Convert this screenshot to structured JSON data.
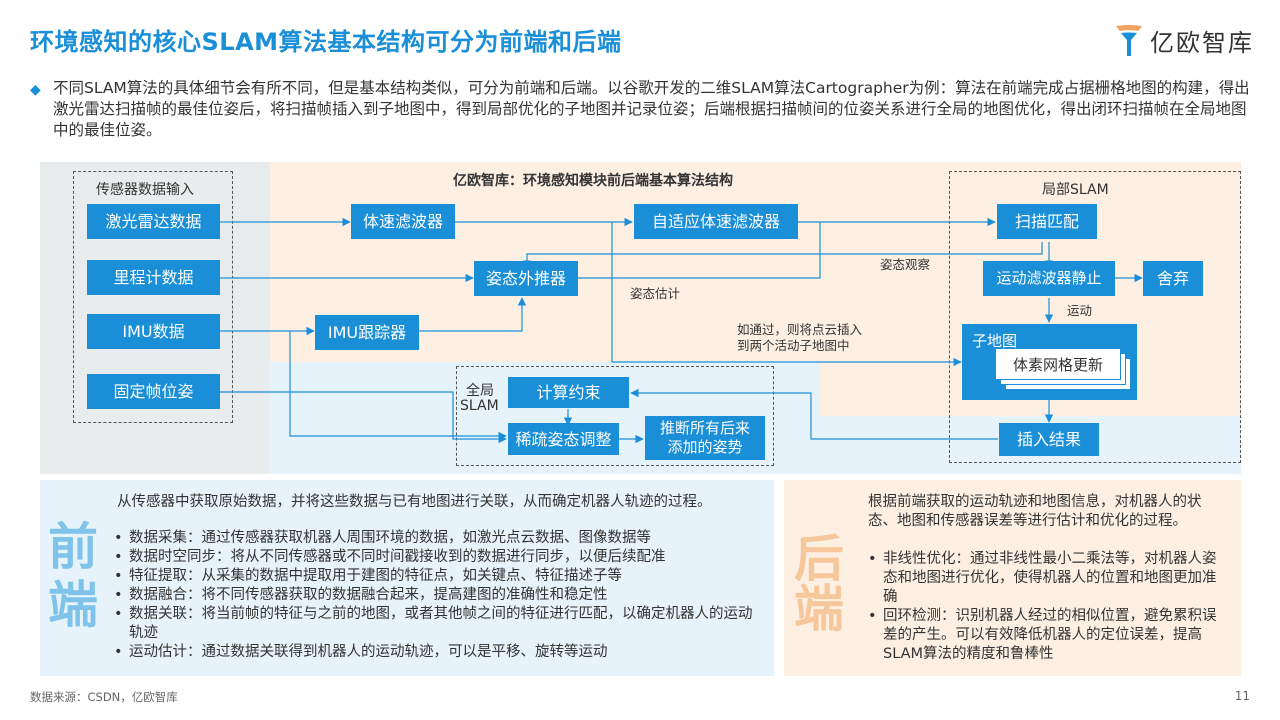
{
  "page_title": "环境感知的核心SLAM算法基本结构可分为前端和后端",
  "logo": {
    "text": "亿欧智库"
  },
  "intro": "不同SLAM算法的具体细节会有所不同，但是基本结构类似，可分为前端和后端。以谷歌开发的二维SLAM算法Cartographer为例：算法在前端完成占据栅格地图的构建，得出激光雷达扫描帧的最佳位姿后，将扫描帧插入到子地图中，得到局部优化的子地图并记录位姿；后端根据扫描帧间的位姿关系进行全局的地图优化，得出闭环扫描帧在全局地图中的最佳位姿。",
  "diagram": {
    "title": "亿欧智库：环境感知模块前后端基本算法结构",
    "sensor_group_label": "传感器数据输入",
    "local_slam_label": "局部SLAM",
    "global_slam_label_line1": "全局",
    "global_slam_label_line2": "SLAM",
    "nodes": {
      "lidar": "激光雷达数据",
      "odometry": "里程计数据",
      "imu": "IMU数据",
      "fixed_pose": "固定帧位姿",
      "voxel_filter": "体速滤波器",
      "adaptive_filter": "自适应体速滤波器",
      "pose_extrapolator": "姿态外推器",
      "imu_tracker": "IMU跟踪器",
      "scan_match": "扫描匹配",
      "motion_filter": "运动滤波器静止",
      "discard": "舍弃",
      "submap_title": "子地图",
      "voxel_update": "体素网格更新",
      "insert_result": "插入结果",
      "compute_constraint": "计算约束",
      "sparse_pose": "稀疏姿态调整",
      "extrapolate_line1": "推断所有后来",
      "extrapolate_line2": "添加的姿势"
    },
    "annotations": {
      "pose_obs": "姿态观察",
      "pose_est": "姿态估计",
      "motion": "运动",
      "insert_line1": "如通过，则将点云插入",
      "insert_line2": "到两个活动子地图中"
    }
  },
  "front": {
    "char1": "前",
    "char2": "端",
    "desc": "从传感器中获取原始数据，并将这些数据与已有地图进行关联，从而确定机器人轨迹的过程。",
    "items": [
      "数据采集：通过传感器获取机器人周围环境的数据，如激光点云数据、图像数据等",
      "数据时空同步：将从不同传感器或不同时间戳接收到的数据进行同步，以便后续配准",
      "特征提取：从采集的数据中提取用于建图的特征点，如关键点、特征描述子等",
      "数据融合：将不同传感器获取的数据融合起来，提高建图的准确性和稳定性",
      "数据关联：将当前帧的特征与之前的地图，或者其他帧之间的特征进行匹配，以确定机器人的运动轨迹",
      "运动估计：通过数据关联得到机器人的运动轨迹，可以是平移、旋转等运动"
    ]
  },
  "back": {
    "char1": "后",
    "char2": "端",
    "desc": "根据前端获取的运动轨迹和地图信息，对机器人的状态、地图和传感器误差等进行估计和优化的过程。",
    "items": [
      "非线性优化：通过非线性最小二乘法等，对机器人姿态和地图进行优化，使得机器人的位置和地图更加准确",
      "回环检测：识别机器人经过的相似位置，避免累积误差的产生。可以有效降低机器人的定位误差，提高SLAM算法的精度和鲁棒性"
    ]
  },
  "bullet_symbol": "•",
  "intro_bullet": "◆",
  "source": "数据来源：CSDN，亿欧智库",
  "page_number": "11",
  "colors": {
    "accent": "#1a8fd8",
    "front_panel": "#e6f3fb",
    "back_panel": "#fdf0e3",
    "front_char": "#7fc3ea",
    "back_char": "#f5c79a"
  }
}
